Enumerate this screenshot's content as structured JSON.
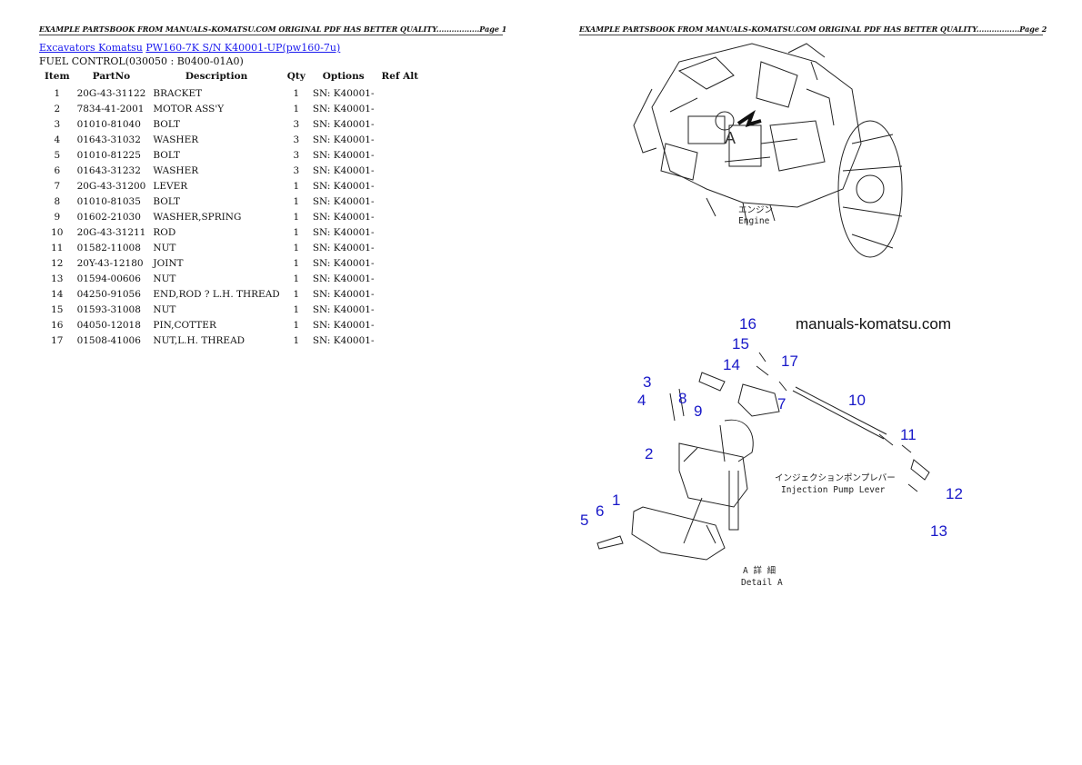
{
  "page_headers": {
    "left": "EXAMPLE PARTSBOOK FROM MANUALS-KOMATSU.COM ORIGINAL PDF HAS BETTER QUALITY.................Page 1",
    "right": "EXAMPLE PARTSBOOK FROM MANUALS-KOMATSU.COM ORIGINAL PDF HAS BETTER QUALITY.................Page 2"
  },
  "breadcrumb": {
    "link1": "Excavators Komatsu",
    "link2": "PW160-7K S/N K40001-UP(pw160-7u)"
  },
  "subtitle": "FUEL CONTROL(030050 : B0400-01A0)",
  "table": {
    "headers": [
      "Item",
      "PartNo",
      "Description",
      "Qty",
      "Options",
      "Ref Alt"
    ],
    "rows": [
      [
        "1",
        "20G-43-31122",
        "BRACKET",
        "1",
        "SN: K40001-",
        ""
      ],
      [
        "2",
        "7834-41-2001",
        "MOTOR ASS'Y",
        "1",
        "SN: K40001-",
        ""
      ],
      [
        "3",
        "01010-81040",
        "BOLT",
        "3",
        "SN: K40001-",
        ""
      ],
      [
        "4",
        "01643-31032",
        "WASHER",
        "3",
        "SN: K40001-",
        ""
      ],
      [
        "5",
        "01010-81225",
        "BOLT",
        "3",
        "SN: K40001-",
        ""
      ],
      [
        "6",
        "01643-31232",
        "WASHER",
        "3",
        "SN: K40001-",
        ""
      ],
      [
        "7",
        "20G-43-31200",
        "LEVER",
        "1",
        "SN: K40001-",
        ""
      ],
      [
        "8",
        "01010-81035",
        "BOLT",
        "1",
        "SN: K40001-",
        ""
      ],
      [
        "9",
        "01602-21030",
        "WASHER,SPRING",
        "1",
        "SN: K40001-",
        ""
      ],
      [
        "10",
        "20G-43-31211",
        "ROD",
        "1",
        "SN: K40001-",
        ""
      ],
      [
        "11",
        "01582-11008",
        "NUT",
        "1",
        "SN: K40001-",
        ""
      ],
      [
        "12",
        "20Y-43-12180",
        "JOINT",
        "1",
        "SN: K40001-",
        ""
      ],
      [
        "13",
        "01594-00606",
        "NUT",
        "1",
        "SN: K40001-",
        ""
      ],
      [
        "14",
        "04250-91056",
        "END,ROD ? L.H. THREAD",
        "1",
        "SN: K40001-",
        ""
      ],
      [
        "15",
        "01593-31008",
        "NUT",
        "1",
        "SN: K40001-",
        ""
      ],
      [
        "16",
        "04050-12018",
        "PIN,COTTER",
        "1",
        "SN: K40001-",
        ""
      ],
      [
        "17",
        "01508-41006",
        "NUT,L.H. THREAD",
        "1",
        "SN: K40001-",
        ""
      ]
    ]
  },
  "diagram": {
    "brand": "manuals-komatsu.com",
    "engine_label_jp": "エンジン",
    "engine_label_en": "Engine",
    "detail_marker": "A",
    "lever_label_jp": "インジェクションポンプレバー",
    "lever_label_en": "Injection Pump Lever",
    "detail_label_jp": "A 詳 細",
    "detail_label_en": "Detail A",
    "callouts": [
      "1",
      "2",
      "3",
      "4",
      "5",
      "6",
      "7",
      "8",
      "9",
      "10",
      "11",
      "12",
      "13",
      "14",
      "15",
      "16",
      "17"
    ],
    "callout_color": "#1818c8"
  }
}
